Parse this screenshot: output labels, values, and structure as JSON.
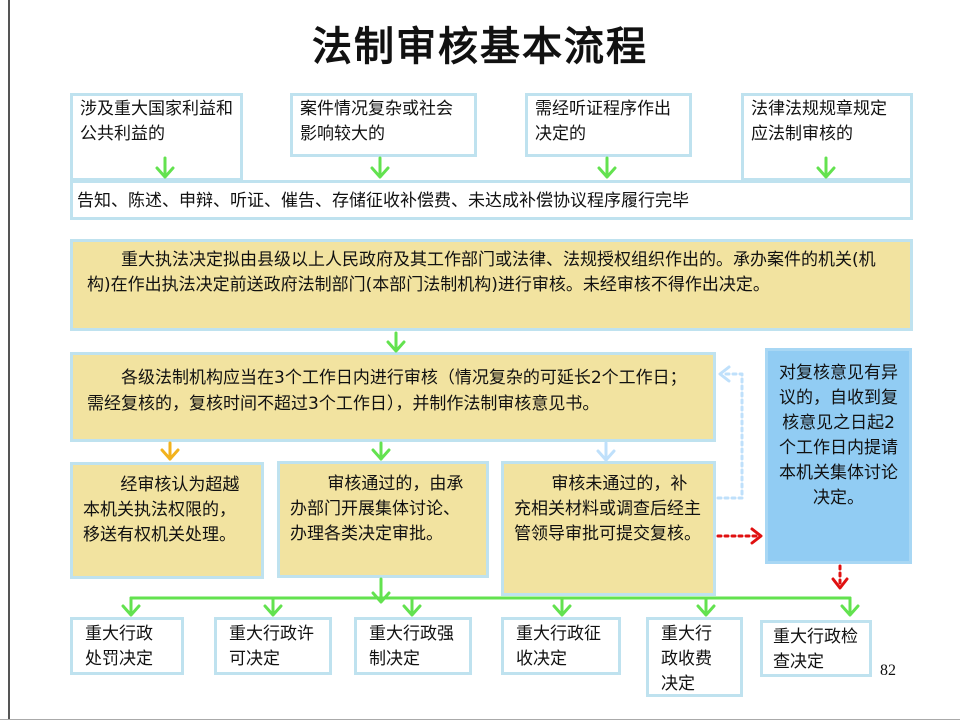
{
  "title": "法制审核基本流程",
  "top_conditions": [
    "涉及重大国家利益和公共利益的",
    "案件情况复杂或社会影响较大的",
    "需经听证程序作出决定的",
    "法律法规规章规定应法制审核的"
  ],
  "procedure_bar": "告知、陈述、申辩、听证、催告、存储征收补偿费、未达成补偿协议程序履行完毕",
  "step_submit": "重大执法决定拟由县级以上人民政府及其工作部门或法律、法规授权组织作出的。承办案件的机关(机构)在作出执法决定前送政府法制部门(本部门法制机构)进行审核。未经审核不得作出决定。",
  "step_review": "各级法制机构应当在3个工作日内进行审核（情况复杂的可延长2个工作日；需经复核的，复核时间不超过3个工作日），并制作法制审核意见书。",
  "outcomes": {
    "transfer": "经审核认为超越本机关执法权限的，移送有权机关处理。",
    "passed": "审核通过的，由承办部门开展集体讨论、办理各类决定审批。",
    "not_passed": "审核未通过的，补充相关材料或调查后经主管领导审批可提交复核。"
  },
  "objection_box": "对复核意见有异议的，自收到复核意见之日起2个工作日内提请本机关集体讨论决定。",
  "decisions": [
    "重大行政处罚决定",
    "重大行政许可决定",
    "重大行政强制决定",
    "重大行政征收决定",
    "重大行政收费决定",
    "重大行政检查决定"
  ],
  "page_number": "82",
  "colors": {
    "yellow_box": "#f2e3a0",
    "blue_box": "#91ccf3",
    "box_border": "#bfe2ef",
    "green_arrow": "#63e24f",
    "orange_arrow": "#f2b21e",
    "red_arrow": "#e01010",
    "light_blue_arrow": "#bfe0fb"
  }
}
